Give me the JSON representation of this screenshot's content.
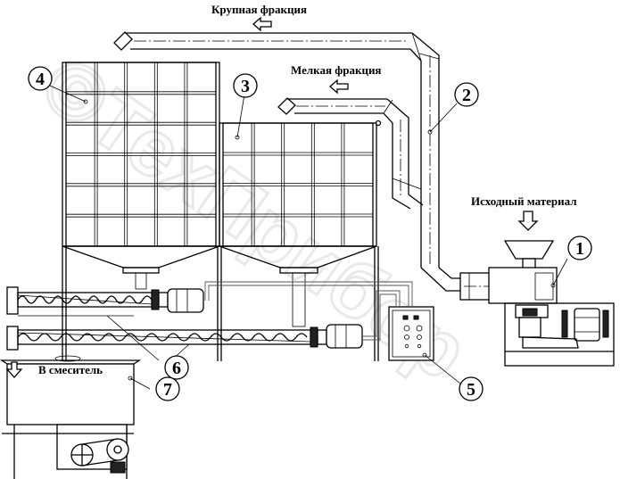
{
  "labels": {
    "coarse_fraction": "Крупная фракция",
    "fine_fraction": "Мелкая фракция",
    "source_material": "Исходный материал",
    "to_mixer": "В смеситель"
  },
  "callouts": {
    "c1": "1",
    "c2": "2",
    "c3": "3",
    "c4": "4",
    "c5": "5",
    "c6": "6",
    "c7": "7"
  },
  "watermark": "©ТехПрибор"
}
